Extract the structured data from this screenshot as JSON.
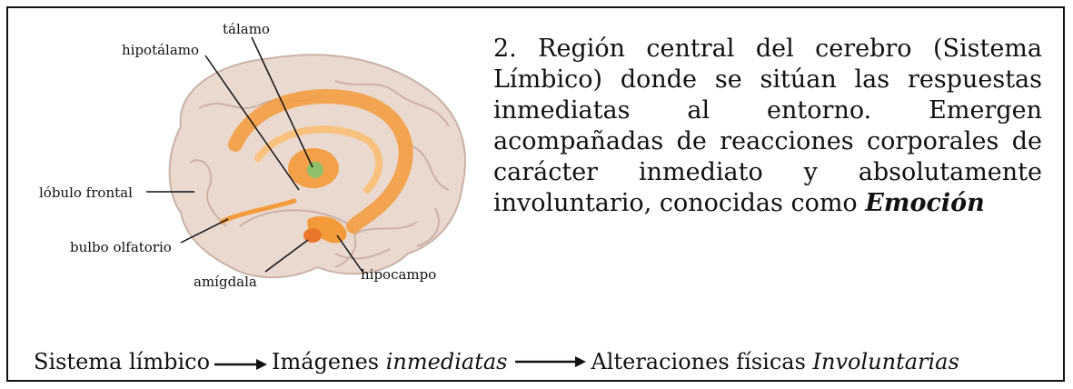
{
  "brain_labels": {
    "talamo": "tálamo",
    "hipotalamo": "hipotálamo",
    "lobulo_frontal": "lóbulo frontal",
    "bulbo_olfatorio": "bulbo olfatorio",
    "amigdala": "amígdala",
    "hipocampo": "hipocampo"
  },
  "paragraph": {
    "text": "2. Región central del cerebro (Sistema Límbico) donde se sitúan las respuestas inmediatas al entorno. Emergen acompañadas de reacciones corporales de carácter inmediato y absolutamente involuntario, conocidas como",
    "emphasis": "Emoción"
  },
  "flow": {
    "step1": "Sistema límbico",
    "step2_prefix": "Imágenes",
    "step2_italic": "inmediatas",
    "step3_prefix": "Alteraciones físicas",
    "step3_italic": "Involuntarias"
  },
  "colors": {
    "brain": "#ead9cf",
    "limbic": "#f39a3a",
    "limbic_light": "#f8c27e"
  }
}
